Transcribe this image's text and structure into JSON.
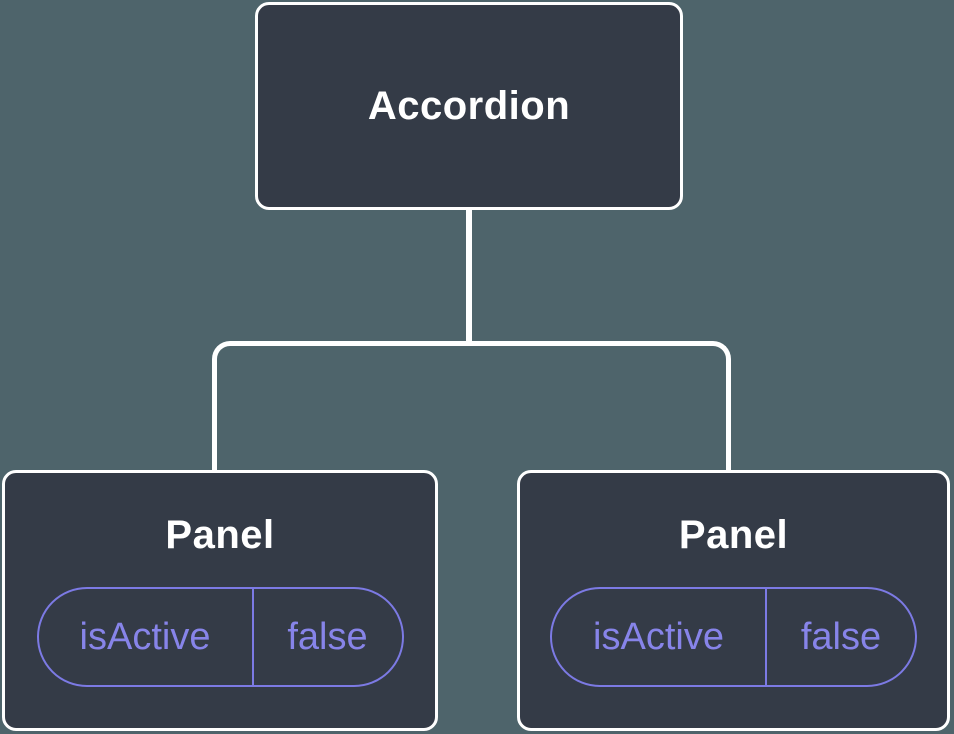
{
  "colors": {
    "background": "#4e646b",
    "node_fill": "#343b47",
    "node_border": "#ffffff",
    "node_text": "#ffffff",
    "pill_border": "#7c7ae4",
    "pill_text": "#8784e9",
    "connector": "#ffffff"
  },
  "tree": {
    "root": {
      "label": "Accordion"
    },
    "children": [
      {
        "label": "Panel",
        "state": {
          "key": "isActive",
          "value": "false"
        }
      },
      {
        "label": "Panel",
        "state": {
          "key": "isActive",
          "value": "false"
        }
      }
    ]
  }
}
